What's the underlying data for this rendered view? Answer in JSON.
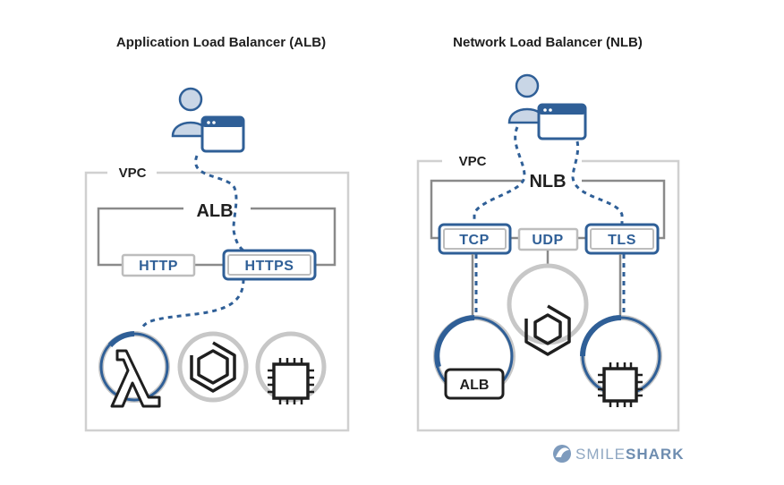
{
  "alb_panel": {
    "title": "Application Load Balancer (ALB)",
    "vpc_label": "VPC",
    "balancer_label": "ALB",
    "listeners": [
      "HTTP",
      "HTTPS"
    ],
    "active_listener": "HTTPS",
    "targets": [
      "lambda-icon",
      "ecs-icon",
      "ec2-chip-icon"
    ]
  },
  "nlb_panel": {
    "title": "Network Load Balancer (NLB)",
    "vpc_label": "VPC",
    "balancer_label": "NLB",
    "listeners": [
      "TCP",
      "UDP",
      "TLS"
    ],
    "active_listeners": [
      "TCP",
      "TLS"
    ],
    "targets": [
      "alb-target",
      "ecs-icon",
      "ec2-chip-icon"
    ],
    "alb_target_label": "ALB"
  },
  "brand": {
    "light": "SMILE",
    "bold": "SHARK"
  },
  "colors": {
    "accent_blue": "#2f5f97",
    "light_blue": "#c9d6e6",
    "gray": "#bdbdbd",
    "dark": "#1f1f1f"
  }
}
